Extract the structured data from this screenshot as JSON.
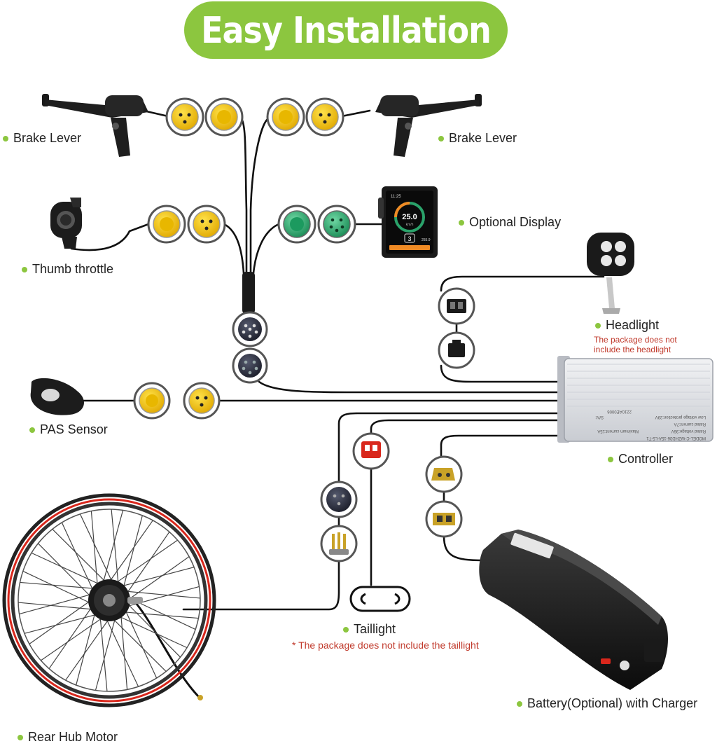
{
  "title": "Easy Installation",
  "labels": {
    "brake_lever_left": "Brake Lever",
    "brake_lever_right": "Brake Lever",
    "thumb_throttle": "Thumb throttle",
    "optional_display": "Optional Display",
    "headlight": "Headlight",
    "headlight_note_1": "The package does not",
    "headlight_note_2": "include the headlight",
    "pas_sensor": "PAS Sensor",
    "controller": "Controller",
    "taillight": "Taillight",
    "taillight_note": "* The package does not include the taillight",
    "battery": "Battery(Optional) with Charger",
    "rear_hub_motor": "Rear Hub Motor"
  },
  "controller_plate": {
    "model": "MODEL-C-WZHD36-15A-L5-T1",
    "rated_voltage": "Rated voltage:36V",
    "max_current": "Maximum current:15A",
    "rated_current": "Rated current:7A",
    "low_voltage": "Low voltage protection:29V",
    "sn_label": "S/N:",
    "sn_value": "2210AE0006"
  },
  "display_screen": {
    "time": "11:25",
    "speed": "25.0",
    "assist_level": "3",
    "unit": "km/h",
    "trip": "255.9"
  },
  "colors": {
    "accent": "#8cc63f",
    "note": "#c0392b",
    "connector_yellow": "#f2c10e",
    "connector_green": "#2aa26a",
    "wire": "#111111"
  }
}
